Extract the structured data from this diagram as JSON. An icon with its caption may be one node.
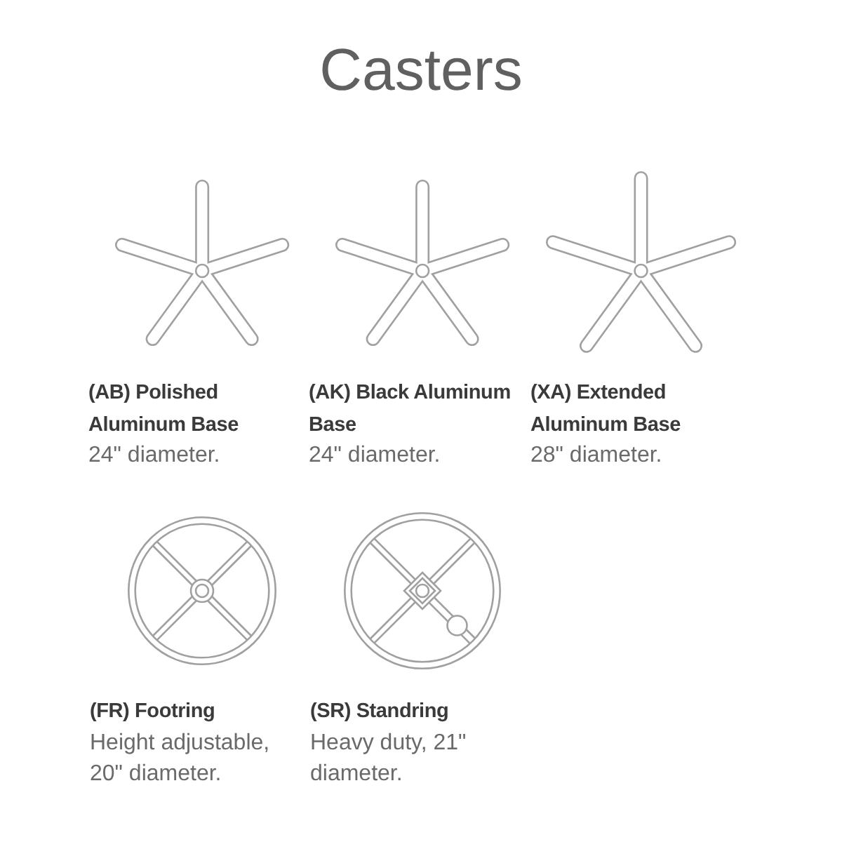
{
  "diagram": {
    "title": "Casters",
    "labels": [
      "(AB) Polished Aluminum Base",
      "24\" diameter.",
      "(AK) Black Aluminum Base",
      "24\" diameter.",
      "(XA) Extended Aluminum Base",
      "28\" diameter.",
      "(FR) Footring",
      "Height adjustable, 20\" diameter.",
      "(SR) Standring",
      "Heavy duty, 21\" diameter."
    ]
  }
}
